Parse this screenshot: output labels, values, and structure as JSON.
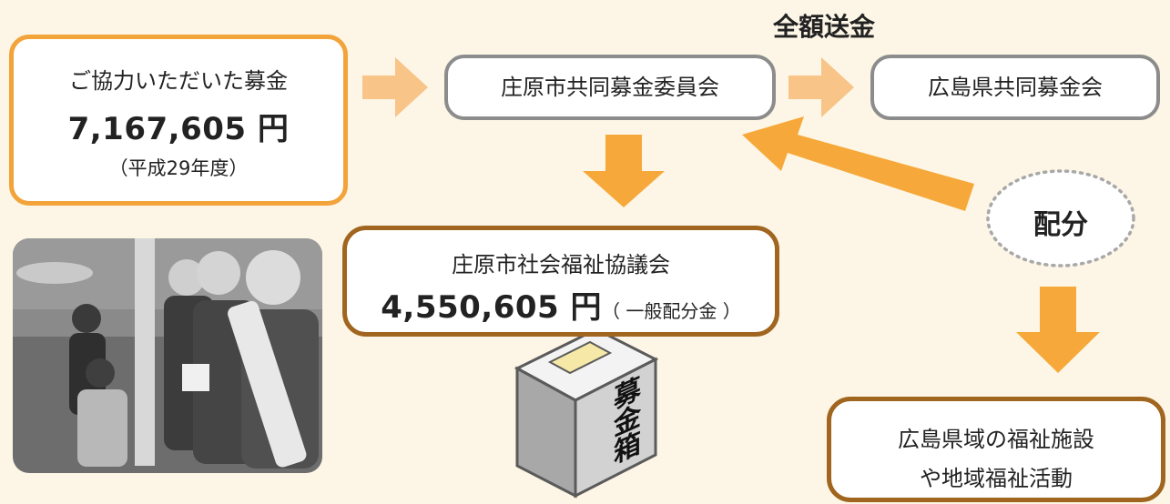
{
  "donation_box": {
    "label": "ご協力いただいた募金",
    "amount": "7,167,605 円",
    "year": "（平成29年度）"
  },
  "shobara_committee": {
    "label": "庄原市共同募金委員会"
  },
  "hiroshima_association": {
    "label": "広島県共同募金会"
  },
  "full_remittance": {
    "label": "全額送金"
  },
  "allocation": {
    "label": "配分"
  },
  "social_welfare_council": {
    "label": "庄原市社会福祉協議会",
    "amount": "4,550,605 円",
    "note": "（ 一般配分金 ）"
  },
  "prefecture_welfare": {
    "line1": "広島県域の福祉施設",
    "line2": "や地域福祉活動"
  },
  "collection_box": {
    "label": "募金箱"
  },
  "colors": {
    "orange": "#f2a33a",
    "brown": "#a0651e",
    "arrow": "#f6a93a",
    "arrow_light": "#f8c487"
  }
}
